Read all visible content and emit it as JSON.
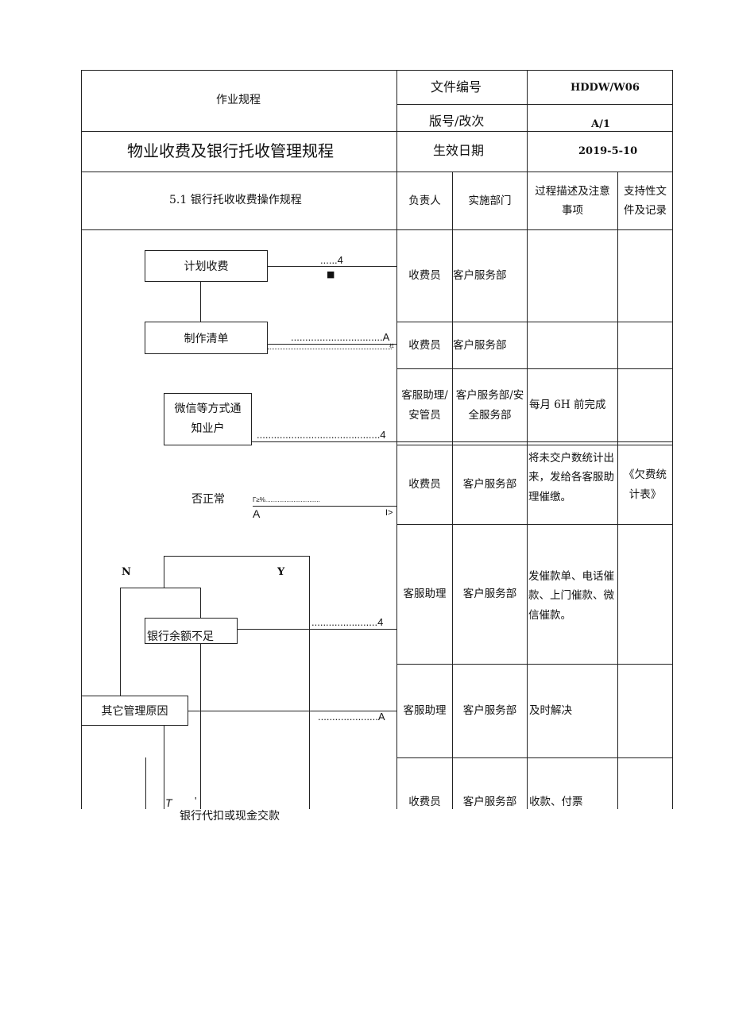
{
  "header": {
    "doc_type": "作业规程",
    "file_no_label": "文件编号",
    "file_no_value": "HDDW/W06",
    "version_label": "版号/改次",
    "version_value": "A/1",
    "title": "物业收费及银行托收管理规程",
    "effective_label": "生效日期",
    "effective_value": "2019-5-10"
  },
  "columns": {
    "section": "5.1 银行托收收费操作规程",
    "responsible": "负责人",
    "department": "实施部门",
    "process_notes": "过程描述及注意事项",
    "records": "支持性文件及记录"
  },
  "rows": [
    {
      "responsible": "收费员",
      "department": "客户服务部",
      "notes": "",
      "records": ""
    },
    {
      "responsible": "收费员",
      "department": "客户服务部",
      "notes": "",
      "records": ""
    },
    {
      "responsible": "客服助理/安管员",
      "department": "客户服务部/安全服务部",
      "notes": "每月 6H 前完成",
      "records": ""
    },
    {
      "responsible": "收费员",
      "department": "客户服务部",
      "notes": "将未交户数统计出来，发给各客服助理催缴。",
      "records": "《欠费统计表》"
    },
    {
      "responsible": "客服助理",
      "department": "客户服务部",
      "notes": "发催款单、电话催款、上门催款、微信催款。",
      "records": ""
    },
    {
      "responsible": "客服助理",
      "department": "客户服务部",
      "notes": "及时解决",
      "records": ""
    },
    {
      "responsible": "收费员",
      "department": "客户服务部",
      "notes": "收款、付票",
      "records": ""
    }
  ],
  "flow": {
    "step1": "计划收费",
    "step2": "制作清单",
    "step3": "微信等方式通知业户",
    "decision": "否正常",
    "no_label": "N",
    "yes_label": "Y",
    "reason1": "银行余额不足",
    "reason2": "其它管理原因",
    "final": "银行代扣或现金交款",
    "leader1": "......4",
    "mark1": "■",
    "leader2": "................................A",
    "leader2b": "杜",
    "leader3": "...........................................4",
    "dec_mark_top": "Γ≥%...............................",
    "dec_mark_a": "A",
    "dec_mark_arrow": "I>",
    "leader4": ".......................4",
    "leader5": ".....................A",
    "tail_t": "T",
    "tail_q": "'"
  }
}
